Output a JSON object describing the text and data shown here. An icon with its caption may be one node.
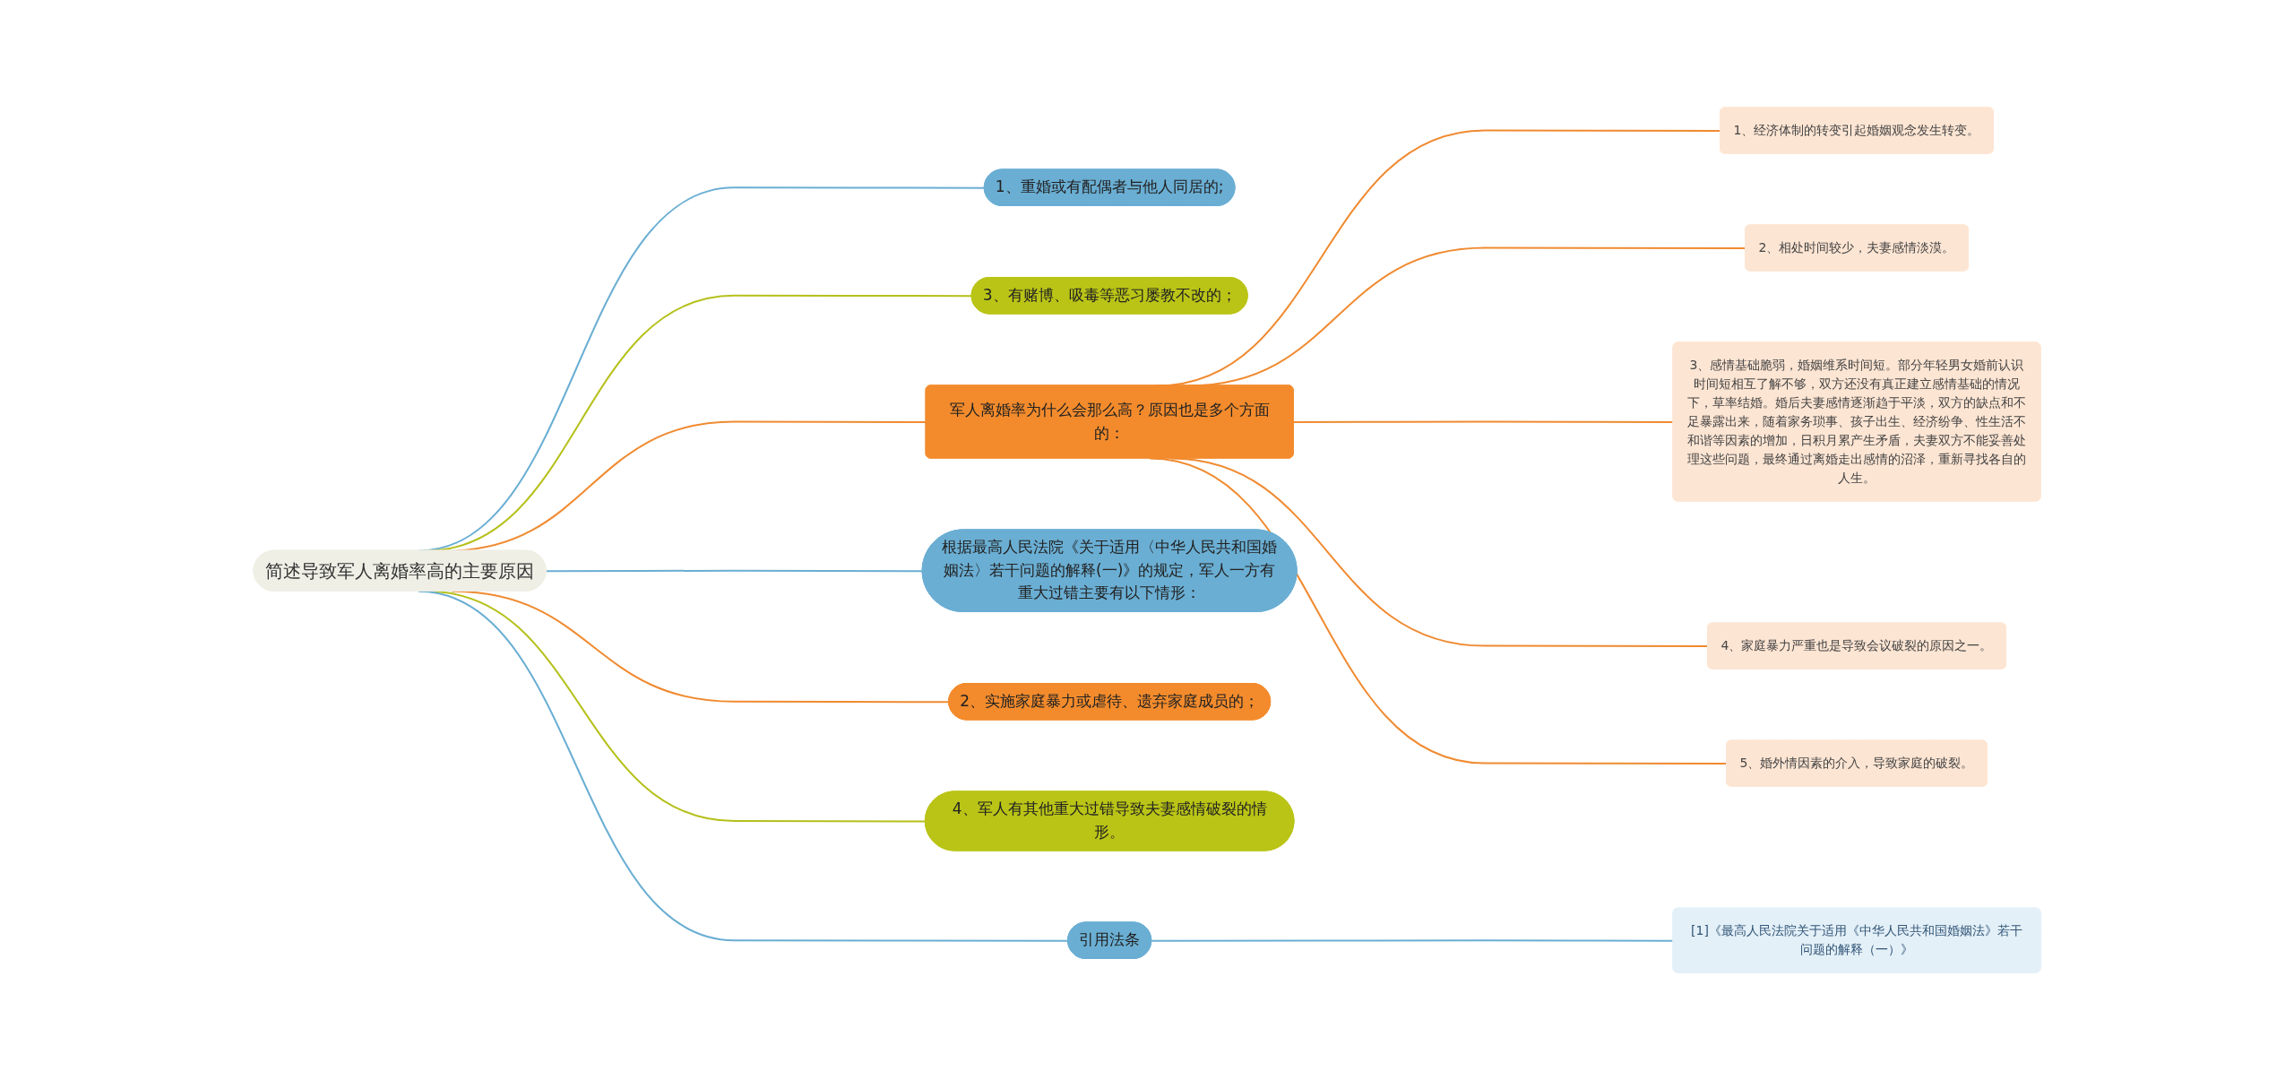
{
  "diagram": {
    "nodes": [
      {
        "text": [
          "简述导致军人离婚率高的主要原因"
        ]
      },
      {
        "text": [
          "1、重婚或有配偶者与他人同居的;"
        ]
      },
      {
        "text": [
          "3、有赌博、吸毒等恶习屡教不改的；"
        ]
      },
      {
        "text": [
          "军人离婚率为什么会那么高？原因也是多个方面的："
        ]
      },
      {
        "text": [
          "1、经济体制的转变引起婚姻观念发生转变。"
        ]
      },
      {
        "text": [
          "2、相处时间较少，夫妻感情淡漠。"
        ]
      },
      {
        "text": [
          "3、感情基础脆弱，婚姻维系时间短。部分年轻男女婚前认识时间短相互了解不够，双方还没有真正建立感情基础的情况下，草率结婚。婚后夫妻感情逐渐趋于平淡，双方的缺点和不足暴露出来，随着家务琐事、孩子出生、经济纷争、性生活不和谐等因素的增加，日积月累产生矛盾，夫妻双方不能妥善处理这些问题，最终通过离婚走出感情的沼泽，重新寻找各自的人生。"
        ]
      },
      {
        "text": [
          "4、家庭暴力严重也是导致会议破裂的原因之一。"
        ]
      },
      {
        "text": [
          "5、婚外情因素的介入，导致家庭的破裂。"
        ]
      },
      {
        "text": [
          "根据最高人民法院《关于适用〈中华人民共和国婚姻法〉若干问题的解释(一)》的规定，军人一方有重大过错主要有以下情形："
        ]
      },
      {
        "text": [
          "2、实施家庭暴力或虐待、遗弃家庭成员的；"
        ]
      },
      {
        "text": [
          "4、军人有其他重大过错导致夫妻感情破裂的情形。"
        ]
      },
      {
        "text": [
          "引用法条"
        ]
      },
      {
        "text": [
          "[1]《最高人民法院关于适用《中华人民共和国婚姻法》若干问题的解释（一）》"
        ]
      }
    ],
    "edges": [
      {
        "from": 0,
        "to": 1,
        "arrow": "none",
        "color": "#6aaed3"
      },
      {
        "from": 0,
        "to": 2,
        "arrow": "none",
        "color": "#b5c01a"
      },
      {
        "from": 0,
        "to": 3,
        "arrow": "none"
      },
      {
        "from": 3,
        "to": 4,
        "arrow": "none"
      },
      {
        "from": 3,
        "to": 5,
        "arrow": "none"
      },
      {
        "from": 3,
        "to": 6,
        "arrow": "none"
      },
      {
        "from": 3,
        "to": 7,
        "arrow": "none"
      },
      {
        "from": 3,
        "to": 8,
        "arrow": "none"
      },
      {
        "from": 0,
        "to": 9,
        "arrow": "none",
        "color": "#6aaed3"
      },
      {
        "from": 0,
        "to": 10,
        "arrow": "none"
      },
      {
        "from": 0,
        "to": 11,
        "arrow": "none",
        "color": "#b5c01a"
      },
      {
        "from": 0,
        "to": 12,
        "arrow": "none",
        "color": "#6aaed3"
      },
      {
        "from": 12,
        "to": 13,
        "arrow": "none",
        "color": "#6aaed3"
      }
    ]
  }
}
